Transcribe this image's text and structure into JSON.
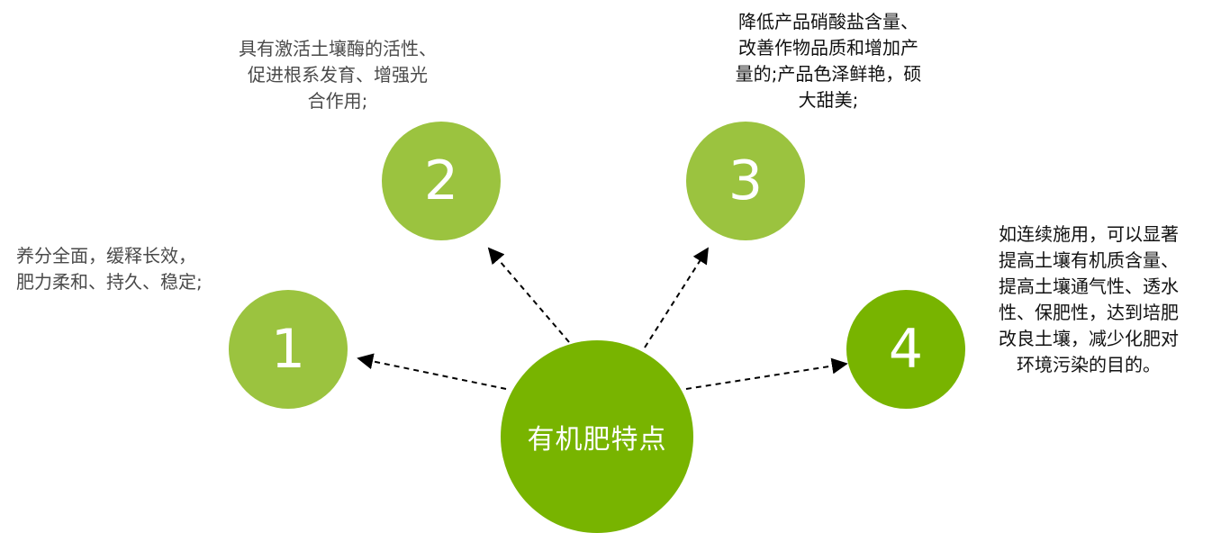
{
  "center": {
    "label": "有机肥特点"
  },
  "nodes": [
    {
      "number": "1",
      "lines": [
        "养分全面，缓释长效，",
        "肥力柔和、持久、稳定;"
      ]
    },
    {
      "number": "2",
      "lines": [
        "具有激活土壤酶的活性、",
        "促进根系发育、增强光",
        "合作用;"
      ]
    },
    {
      "number": "3",
      "lines": [
        "降低产品硝酸盐含量、",
        "改善作物品质和增加产",
        "量的;产品色泽鲜艳，硕",
        "大甜美;"
      ]
    },
    {
      "number": "4",
      "lines": [
        "如连续施用，可以显著",
        "提高土壤有机质含量、",
        "提高土壤通气性、透水",
        "性、保肥性，达到培肥",
        "改良土壤，减少化肥对",
        "环境污染的目的。"
      ]
    }
  ],
  "colors": {
    "light_green": "#9bc33f",
    "dark_green": "#78b400",
    "gray_text": "#4a4a4a",
    "dark_text": "#111111"
  }
}
